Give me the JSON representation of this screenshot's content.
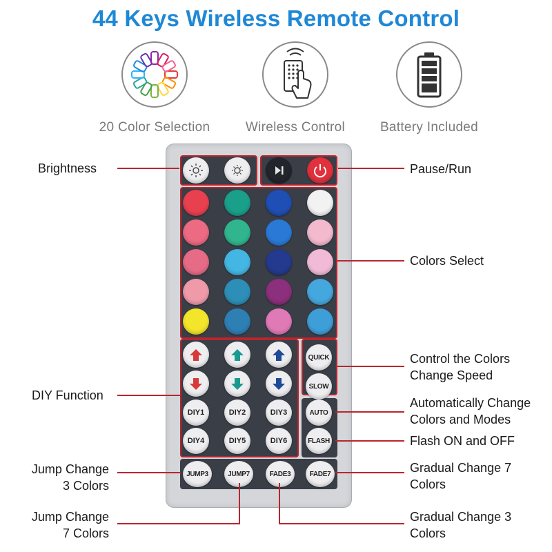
{
  "title": "44 Keys Wireless Remote Control",
  "features": [
    {
      "label": "20 Color Selection",
      "icon": "color-wheel-icon"
    },
    {
      "label": "Wireless Control",
      "icon": "hand-remote-icon"
    },
    {
      "label": "Battery Included",
      "icon": "battery-icon"
    }
  ],
  "callouts": {
    "brightness": "Brightness",
    "pause_run": "Pause/Run",
    "colors_select": "Colors Select",
    "speed_line1": "Control the Colors",
    "speed_line2": "Change Speed",
    "diy": "DIY Function",
    "auto_line1": "Automatically Change",
    "auto_line2": "Colors and Modes",
    "flash": "Flash ON and OFF",
    "jump3_line1": "Jump Change",
    "jump3_line2": "3 Colors",
    "fade7_line1": "Gradual Change 7",
    "fade7_line2": "Colors",
    "jump7_line1": "Jump Change",
    "jump7_line2": "7 Colors",
    "fade3_line1": "Gradual Change 3",
    "fade3_line2": "Colors"
  },
  "remote": {
    "top_buttons": [
      {
        "name": "brightness-up-button",
        "icon": "sun-icon"
      },
      {
        "name": "brightness-down-button",
        "icon": "sun-outline-icon"
      },
      {
        "name": "play-pause-button",
        "icon": "play-pause-icon"
      },
      {
        "name": "power-button",
        "icon": "power-icon"
      }
    ],
    "color_rows": [
      [
        "#e8404f",
        "#1aa08a",
        "#1f4fb5",
        "#f2f2f2"
      ],
      [
        "#ec6a82",
        "#31b58e",
        "#2a79d6",
        "#f3b9cc"
      ],
      [
        "#e66b86",
        "#43b6e3",
        "#243a8e",
        "#f1bad6"
      ],
      [
        "#ee9aa9",
        "#2d8fb8",
        "#8c2f7c",
        "#44a7dd"
      ],
      [
        "#f3e52a",
        "#2e7fb4",
        "#e07ab7",
        "#3e9ed8"
      ]
    ],
    "arrows": [
      {
        "name": "red-up-button",
        "color": "#d63a3a",
        "direction": "up"
      },
      {
        "name": "green-up-button",
        "color": "#1a9a8e",
        "direction": "up"
      },
      {
        "name": "blue-up-button",
        "color": "#1f4a96",
        "direction": "up"
      },
      {
        "name": "red-down-button",
        "color": "#d63a3a",
        "direction": "down"
      },
      {
        "name": "green-down-button",
        "color": "#1a9a8e",
        "direction": "down"
      },
      {
        "name": "blue-down-button",
        "color": "#1f4a96",
        "direction": "down"
      }
    ],
    "diy_labels": [
      "DIY1",
      "DIY2",
      "DIY3",
      "DIY4",
      "DIY5",
      "DIY6"
    ],
    "speed_labels": [
      "QUICK",
      "SLOW"
    ],
    "mode_labels": [
      "AUTO",
      "FLASH"
    ],
    "bottom_labels": [
      "JUMP3",
      "JUMP7",
      "FADE3",
      "FADE7"
    ]
  },
  "colors": {
    "accent": "#1e88d6",
    "callout_line": "#b8262f",
    "remote_body": "#d4d6da",
    "button_panel": "#3a3e47"
  }
}
